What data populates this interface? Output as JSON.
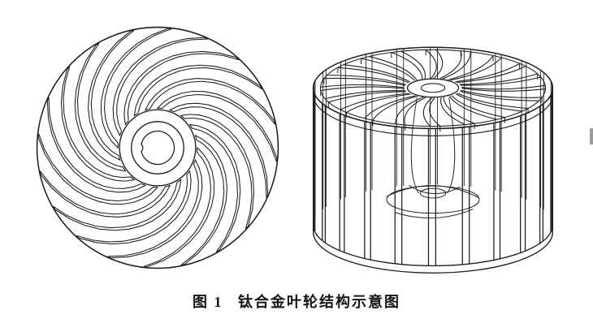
{
  "page": {
    "background": "#ffffff",
    "line_color": "#1f1f1f"
  },
  "figure": {
    "caption": {
      "label": "图 1",
      "title": "钛合金叶轮结构示意图"
    },
    "left_view": {
      "name": "impeller-front-view",
      "description": "front view of titanium-alloy impeller with spiral blades around a keyed hub",
      "blade_count": 20,
      "outer_radius": 152,
      "hub_outer_radius": 48,
      "hub_inner_radius": 33,
      "bore_radius": 21,
      "spiral_sweep_deg": 95
    },
    "right_view": {
      "name": "impeller-isometric-view",
      "description": "isometric view of impeller cage with top radial blades and vertical side blades",
      "top_blade_count": 20,
      "side_blade_count": 22,
      "radius": 150,
      "ellipse_ratio": 0.34,
      "height": 172
    }
  }
}
